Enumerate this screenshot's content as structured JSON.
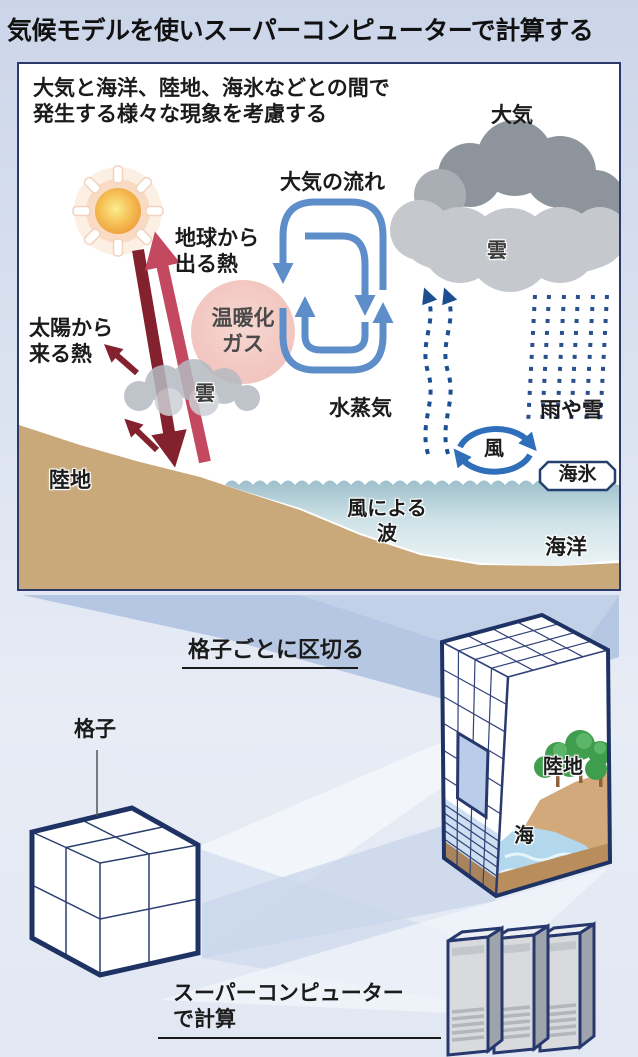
{
  "title": "気候モデルを使いスーパーコンピューターで計算する",
  "panel": {
    "description": "大気と海洋、陸地、海氷などとの間で\n発生する様々な現象を考慮する",
    "labels": {
      "atmosphere": "大気",
      "airflow": "大気の流れ",
      "cloud_right": "雲",
      "cloud_left": "雲",
      "heat_from_earth": "地球から\n出る熱",
      "greenhouse_gas": "温暖化\nガス",
      "heat_from_sun": "太陽から\n来る熱",
      "land": "陸地",
      "water_vapor": "水蒸気",
      "rain_snow": "雨や雪",
      "wind": "風",
      "sea_ice": "海氷",
      "wind_waves": "風による\n波",
      "ocean": "海洋"
    }
  },
  "lower": {
    "divide_caption": "格子ごとに区切る",
    "grid_label": "格子",
    "cell_land": "陸地",
    "cell_sea": "海",
    "compute_caption": "スーパーコンピューター\nで計算"
  },
  "colors": {
    "background": "#ccd6e9",
    "panel_border": "#2b3a6b",
    "flow_blue": "#5e8ec9",
    "wind_blue": "#2f6fba",
    "rain_navy": "#2a4f8f",
    "sun_orange": "#f2a944",
    "ghg_pink": "#f3c9c3",
    "heat_in_maroon": "#84212f",
    "heat_out_rose": "#c4485f",
    "land_tan": "#c9a87a",
    "sea_blue": "#9fc0cb",
    "cloud_gray": "#c6cacf",
    "outline_navy": "#27386e"
  }
}
